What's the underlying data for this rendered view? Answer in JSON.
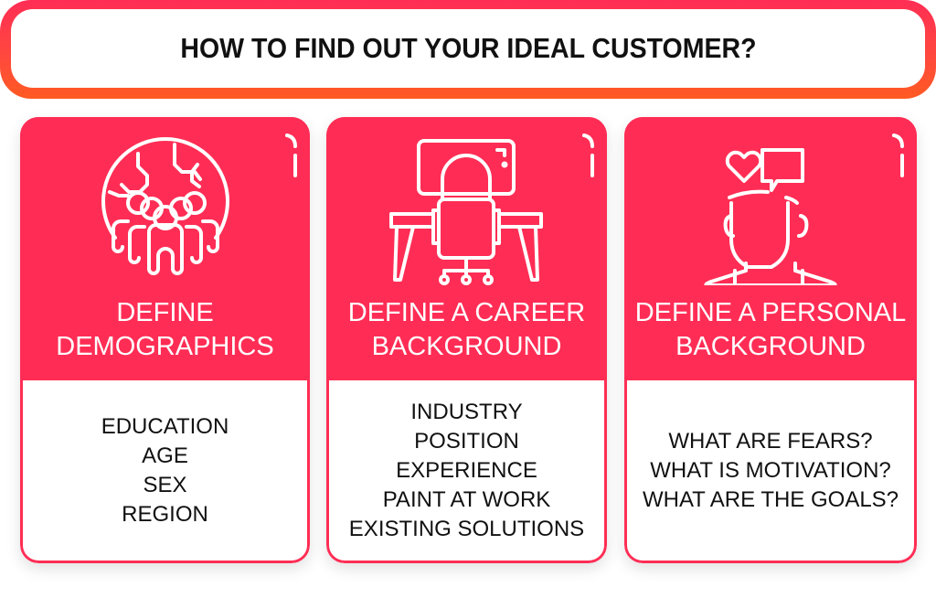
{
  "header": {
    "title": "HOW TO FIND OUT YOUR IDEAL CUSTOMER?"
  },
  "colors": {
    "accent": "#ff2d55",
    "title_border_top": "#ff2d55",
    "title_border_bottom": "#ff5a22",
    "text_dark": "#111111",
    "card_body": "#ffffff"
  },
  "cards": [
    {
      "icon": "globe-people-icon",
      "title_lines": [
        "DEFINE",
        "DEMOGRAPHICS"
      ],
      "items": [
        "EDUCATION",
        "AGE",
        "SEX",
        "REGION"
      ]
    },
    {
      "icon": "desk-chair-icon",
      "title_lines": [
        "DEFINE A CAREER",
        "BACKGROUND"
      ],
      "items": [
        "INDUSTRY",
        "POSITION",
        "EXPERIENCE",
        "PAINT AT WORK",
        "EXISTING SOLUTIONS"
      ]
    },
    {
      "icon": "head-heart-speech-icon",
      "title_lines": [
        "DEFINE A PERSONAL",
        "BACKGROUND"
      ],
      "items": [
        "WHAT ARE FEARS?",
        "WHAT IS MOTIVATION?",
        "WHAT ARE THE GOALS?"
      ]
    }
  ]
}
